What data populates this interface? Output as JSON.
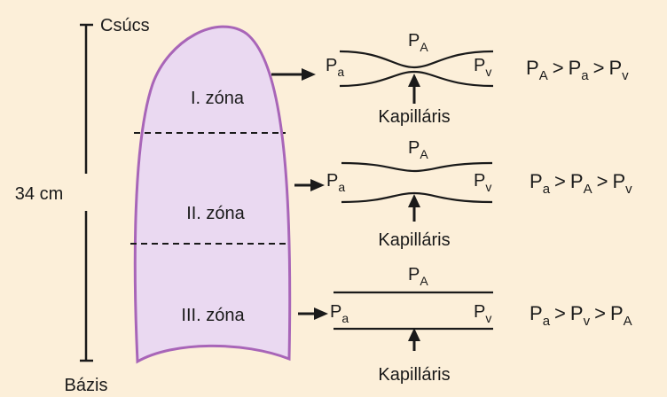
{
  "labels": {
    "apex": "Csúcs",
    "base": "Bázis",
    "height": "34 cm"
  },
  "zones": [
    {
      "name": "I. zóna",
      "p_left": {
        "main": "P",
        "sub": "a"
      },
      "p_right": {
        "main": "P",
        "sub": "v"
      },
      "p_top": {
        "main": "P",
        "sub": "A"
      },
      "capillary": "Kapilláris",
      "relation": [
        {
          "main": "P",
          "sub": "A"
        },
        {
          "op": ">"
        },
        {
          "main": "P",
          "sub": "a"
        },
        {
          "op": ">"
        },
        {
          "main": "P",
          "sub": "v"
        }
      ]
    },
    {
      "name": "II. zóna",
      "p_left": {
        "main": "P",
        "sub": "a"
      },
      "p_right": {
        "main": "P",
        "sub": "v"
      },
      "p_top": {
        "main": "P",
        "sub": "A"
      },
      "capillary": "Kapilláris",
      "relation": [
        {
          "main": "P",
          "sub": "a"
        },
        {
          "op": ">"
        },
        {
          "main": "P",
          "sub": "A"
        },
        {
          "op": ">"
        },
        {
          "main": "P",
          "sub": "v"
        }
      ]
    },
    {
      "name": "III. zóna",
      "p_left": {
        "main": "P",
        "sub": "a"
      },
      "p_right": {
        "main": "P",
        "sub": "v"
      },
      "p_top": {
        "main": "P",
        "sub": "A"
      },
      "capillary": "Kapilláris",
      "relation": [
        {
          "main": "P",
          "sub": "a"
        },
        {
          "op": ">"
        },
        {
          "main": "P",
          "sub": "v"
        },
        {
          "op": ">"
        },
        {
          "main": "P",
          "sub": "A"
        }
      ]
    }
  ],
  "colors": {
    "background": "#fcefd9",
    "lung_fill": "#ead9f1",
    "lung_stroke": "#a865b8",
    "ink": "#1a1a1a"
  }
}
